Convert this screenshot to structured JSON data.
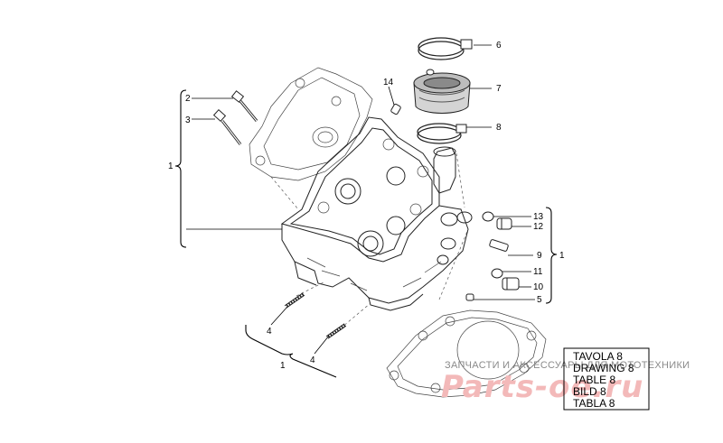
{
  "callouts": {
    "c1_left": "1",
    "c2": "2",
    "c3": "3",
    "c4_upper": "4",
    "c4_lower": "4",
    "c1_bottom": "1",
    "c14": "14",
    "c6": "6",
    "c7": "7",
    "c8": "8",
    "c13": "13",
    "c12": "12",
    "c9": "9",
    "c11": "11",
    "c10": "10",
    "c5": "5",
    "c1_right": "1"
  },
  "table_box": {
    "lines": [
      "TAVOLA 8",
      "DRAWING 8",
      "TABLE 8",
      "BILD 8",
      "TABLA 8"
    ]
  },
  "watermark": {
    "caption": "ЗАПЧАСТИ И АКСЕССУАРЫ ДЛЯ МОТОТЕХНИКИ",
    "logo_text": "Parts-oe.ru",
    "logo_color": "#f3b9b9"
  }
}
